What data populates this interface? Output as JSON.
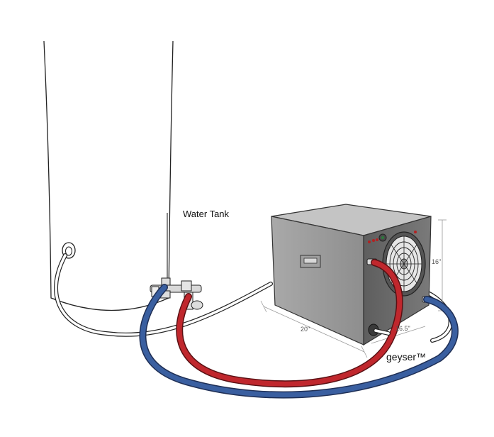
{
  "labels": {
    "tank": "Water Tank",
    "unit": "geyser™"
  },
  "dimensions": {
    "width": "20\"",
    "depth": "16.5\"",
    "height": "16\""
  },
  "colors": {
    "hot_hose": "#c0272d",
    "cold_hose": "#3a5fa0",
    "unit_body": "#9a9a9a",
    "unit_side": "#6b6b6b"
  }
}
